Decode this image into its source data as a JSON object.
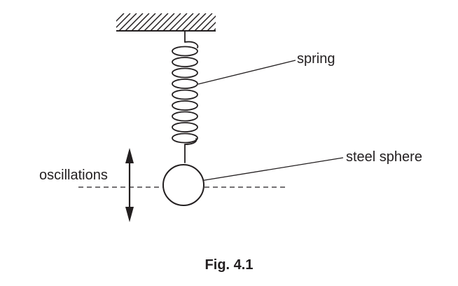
{
  "labels": {
    "spring": "spring",
    "sphere": "steel sphere",
    "oscillations": "oscillations"
  },
  "caption": "Fig. 4.1",
  "colors": {
    "ink": "#231f20",
    "background": "#ffffff"
  }
}
